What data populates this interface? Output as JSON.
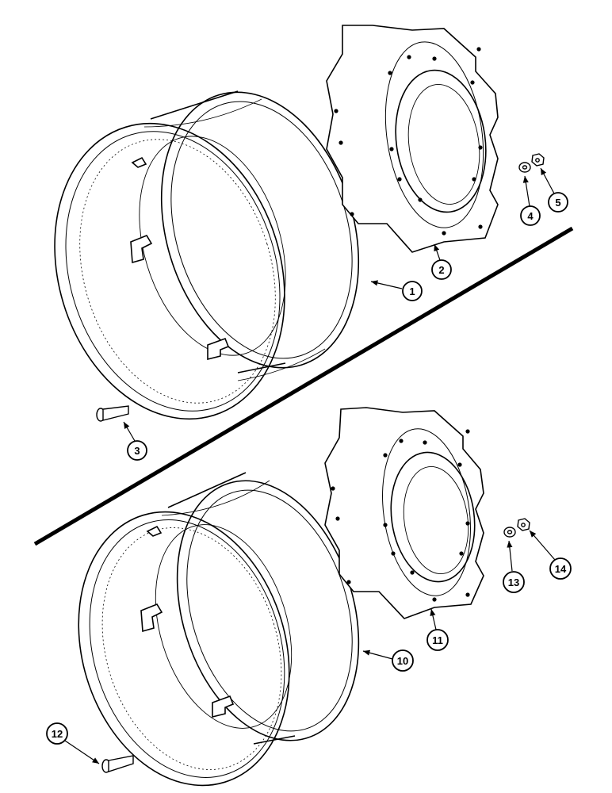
{
  "callouts": {
    "c1": "1",
    "c2": "2",
    "c3": "3",
    "c4": "4",
    "c5": "5",
    "c10": "10",
    "c11": "11",
    "c12": "12",
    "c13": "13",
    "c14": "14"
  },
  "colors": {
    "line": "#000000",
    "background": "#ffffff"
  }
}
